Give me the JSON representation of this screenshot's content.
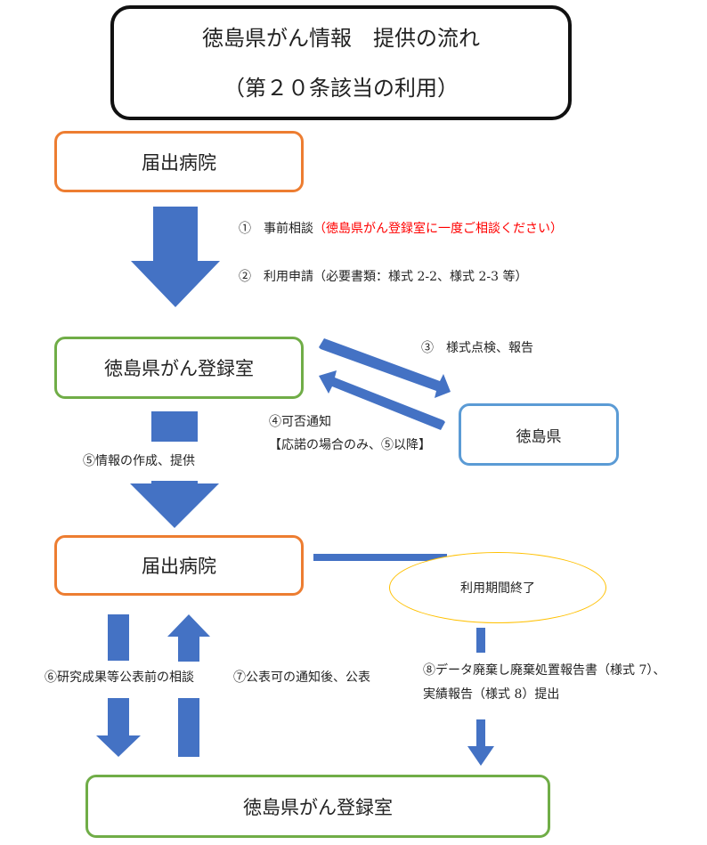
{
  "title": {
    "line1": "徳島県がん情報　提供の流れ",
    "line2": "（第２０条該当の利用）"
  },
  "nodes": {
    "hospital_top": "届出病院",
    "registry_mid": "徳島県がん登録室",
    "prefecture": "徳島県",
    "hospital_mid": "届出病院",
    "usage_end": "利用期間終了",
    "registry_bottom": "徳島県がん登録室"
  },
  "steps": {
    "s1_label": "①　事前相談",
    "s1_note": "（徳島県がん登録室に一度ご相談ください）",
    "s2": "②　利用申請（必要書類：様式 2-2、様式 2-3 等）",
    "s3": "③　様式点検、報告",
    "s4": "④可否通知",
    "s4_note": "【応諾の場合のみ、⑤以降】",
    "s5": "⑤情報の作成、提供",
    "s6": "⑥研究成果等公表前の相談",
    "s7": "⑦公表可の通知後、公表",
    "s8_line1": "⑧データ廃棄し廃棄処置報告書（様式 7）、",
    "s8_line2": "実績報告（様式 8）提出"
  },
  "colors": {
    "arrow": "#4472C4",
    "hospital_border": "#ED7D31",
    "registry_border": "#70AD47",
    "prefecture_border": "#5B9BD5",
    "ellipse_border": "#FFC000",
    "note_red": "#FF0000"
  }
}
